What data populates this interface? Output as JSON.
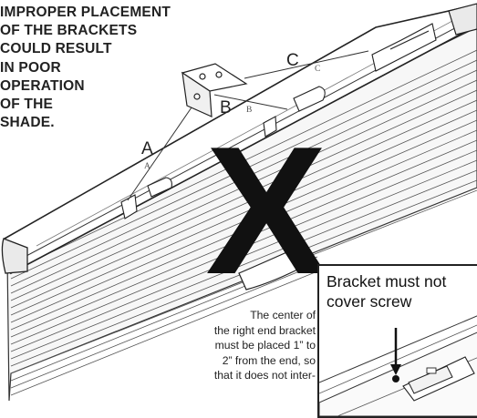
{
  "warning": {
    "lines": [
      "IMPROPER PLACEMENT",
      "OF THE BRACKETS",
      "COULD RESULT",
      "IN POOR",
      "OPERATION",
      "OF THE",
      "SHADE."
    ]
  },
  "labels": {
    "c_big": "C",
    "c_small": "C",
    "b_big": "B",
    "b_small": "B",
    "a_big": "A",
    "a_small": "A"
  },
  "cross_mark": "X",
  "note": {
    "lines": [
      "The center of",
      "the right end bracket",
      "must be placed 1” to",
      "2” from the end, so",
      "that it does not inter-"
    ]
  },
  "inset": {
    "title_lines": [
      "Bracket must not",
      "cover screw"
    ]
  }
}
